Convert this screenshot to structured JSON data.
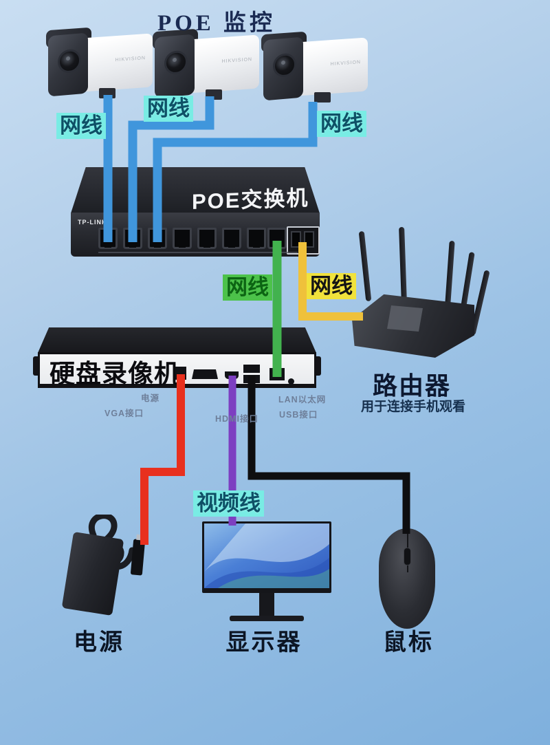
{
  "title": "POE 监控",
  "cable_labels": {
    "cam1": "网线",
    "cam2": "网线",
    "cam3": "网线",
    "nvr_link": "网线",
    "router_link": "网线",
    "video": "视频线"
  },
  "switch": {
    "label": "POE交换机",
    "brand": "TP-LINK"
  },
  "camera": {
    "brand": "HIKVISION"
  },
  "nvr": {
    "label": "硬盘录像机",
    "port_labels": {
      "power": "电源",
      "vga": "VGA接口",
      "hdmi": "HDMI接口",
      "lan": "LAN以太网",
      "usb": "USB接口"
    }
  },
  "router": {
    "label": "路由器",
    "note": "用于连接手机观看"
  },
  "bottom_labels": {
    "power": "电源",
    "monitor": "显示器",
    "mouse": "鼠标"
  },
  "colors": {
    "background_top": "#c9def2",
    "background_bottom": "#7fb0dd",
    "cable_blue": "#4096dc",
    "cable_green": "#42b24e",
    "cable_yellow": "#efc13b",
    "cable_red": "#e8301e",
    "cable_purple": "#7d3fc1",
    "cable_black": "#0e0e10",
    "label_cyan_bg": "#79ece4",
    "label_green_bg": "#4cc24a",
    "label_yellow_bg": "#f1e23c"
  }
}
